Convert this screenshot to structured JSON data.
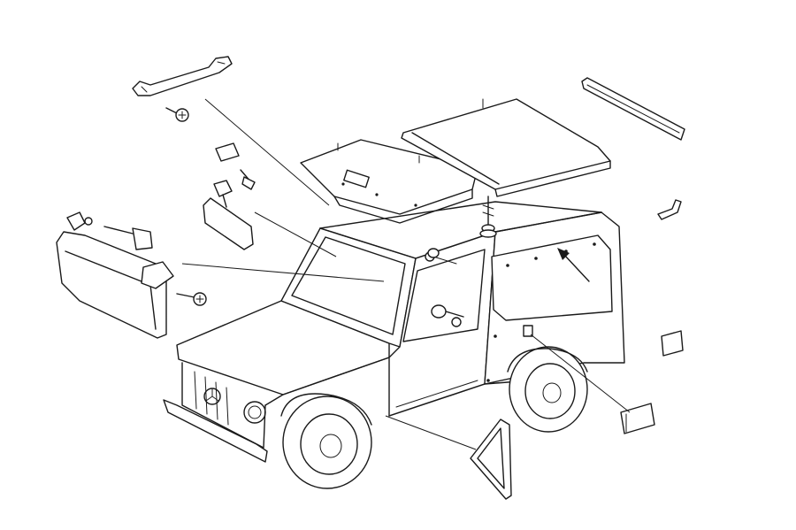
{
  "diagram": {
    "type": "exploded-parts-illustration",
    "subject": "vehicle-interior-trim-and-roof-parts",
    "colors": {
      "line": "#1a1a1a",
      "background": "#ffffff"
    },
    "parts": [
      "grab-handle",
      "screw",
      "roof-panel-front",
      "roof-panel-rear",
      "roof-trim-strip",
      "interior-mirror",
      "mirror-mount",
      "sun-visor",
      "visor-clip",
      "visor-mount",
      "side-window",
      "window-clip",
      "quarter-window",
      "trim-plate",
      "cover-plate",
      "hook-bracket",
      "stud-fastener"
    ]
  }
}
